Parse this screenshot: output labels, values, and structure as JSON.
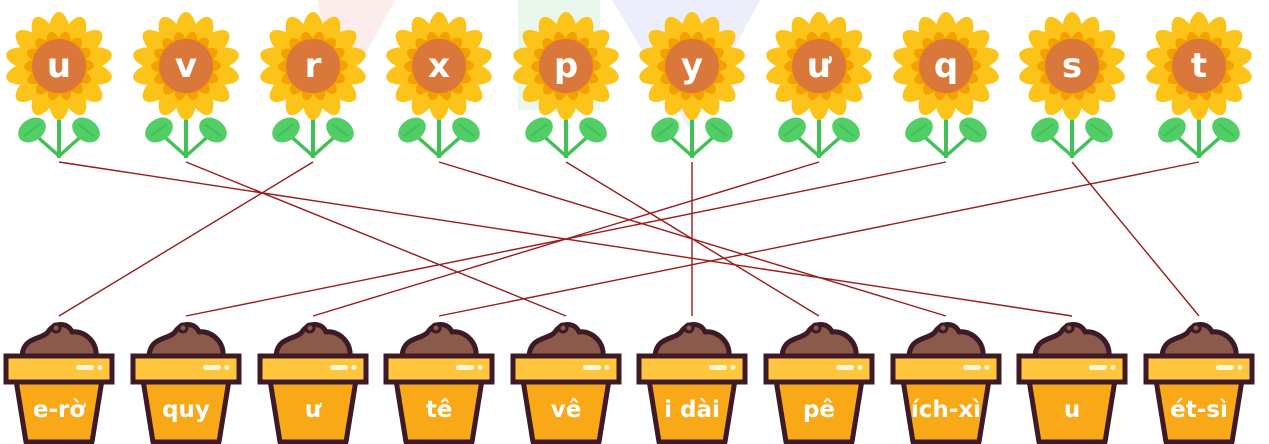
{
  "flowers": [
    {
      "letter": "u"
    },
    {
      "letter": "v"
    },
    {
      "letter": "r"
    },
    {
      "letter": "x"
    },
    {
      "letter": "p"
    },
    {
      "letter": "y"
    },
    {
      "letter": "ư"
    },
    {
      "letter": "q"
    },
    {
      "letter": "s"
    },
    {
      "letter": "t"
    }
  ],
  "pots": [
    {
      "name": "e-rờ"
    },
    {
      "name": "quy"
    },
    {
      "name": "ư"
    },
    {
      "name": "tê"
    },
    {
      "name": "vê"
    },
    {
      "name": "i dài"
    },
    {
      "name": "pê"
    },
    {
      "name": "ích-xì"
    },
    {
      "name": "u"
    },
    {
      "name": "ét-sì"
    }
  ],
  "connections": [
    {
      "from": "u",
      "to": "u"
    },
    {
      "from": "v",
      "to": "vê"
    },
    {
      "from": "r",
      "to": "e-rờ"
    },
    {
      "from": "x",
      "to": "ích-xì"
    },
    {
      "from": "p",
      "to": "pê"
    },
    {
      "from": "y",
      "to": "i dài"
    },
    {
      "from": "ư",
      "to": "ư"
    },
    {
      "from": "q",
      "to": "quy"
    },
    {
      "from": "s",
      "to": "ét-sì"
    },
    {
      "from": "t",
      "to": "tê"
    }
  ],
  "colors": {
    "petal": "#FCC419",
    "petal_inner": "#F59F00",
    "flower_center": "#D9783A",
    "stem": "#40C057",
    "leaf": "#51CF66",
    "pot_body": "#F9A918",
    "pot_rim": "#FFC53D",
    "pot_outline": "#3D1A26",
    "soil": "#8B5A4B",
    "line": "#9B1B1B"
  }
}
